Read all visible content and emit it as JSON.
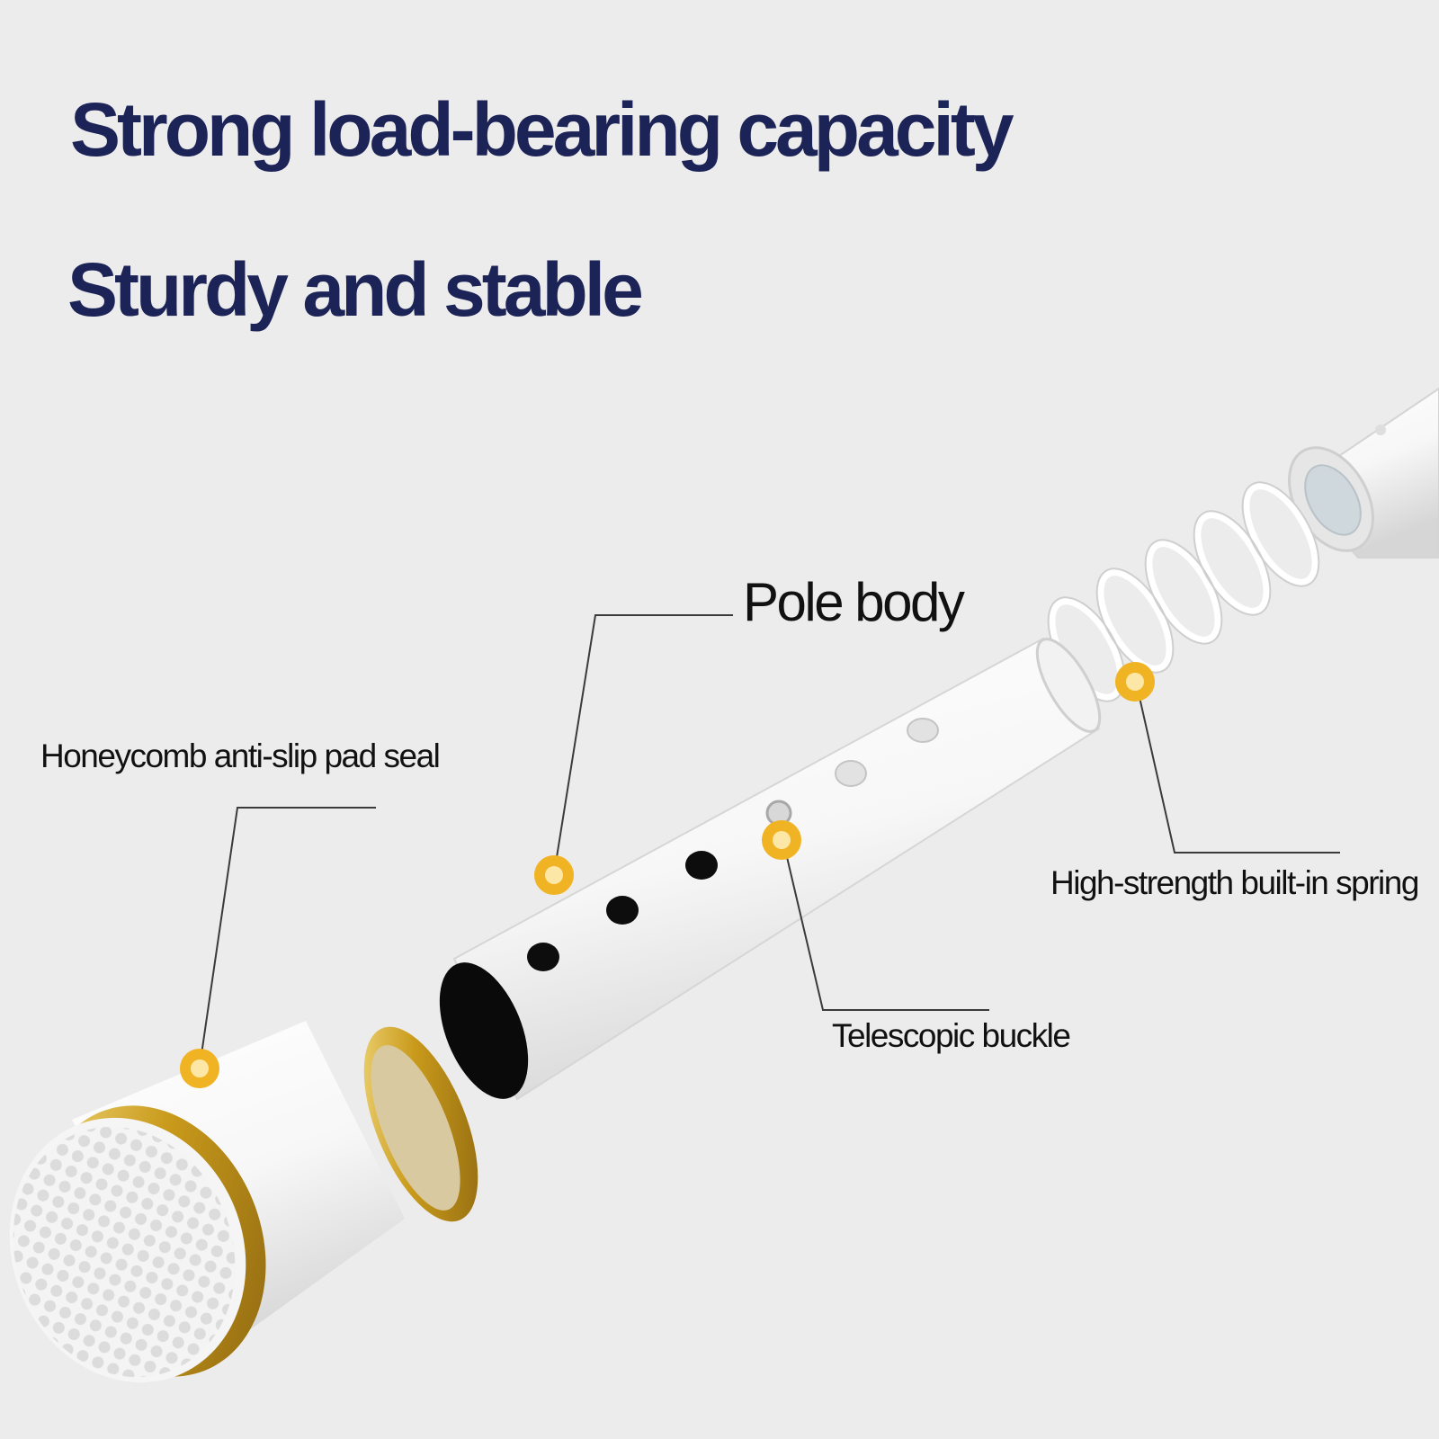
{
  "headline": {
    "line1": "Strong load-bearing capacity",
    "line2": "Sturdy and stable"
  },
  "callouts": {
    "pole_body": "Pole body",
    "pad_seal": "Honeycomb anti-slip pad seal",
    "spring": "High-strength built-in spring",
    "buckle": "Telescopic buckle"
  },
  "colors": {
    "headline": "#1c2457",
    "marker": "#f0b323",
    "marker_center": "#fde7a6",
    "leader": "#3a3a3a",
    "gold_ring": "#c99a1b",
    "pole": "#ffffff",
    "background": "#ececec"
  }
}
